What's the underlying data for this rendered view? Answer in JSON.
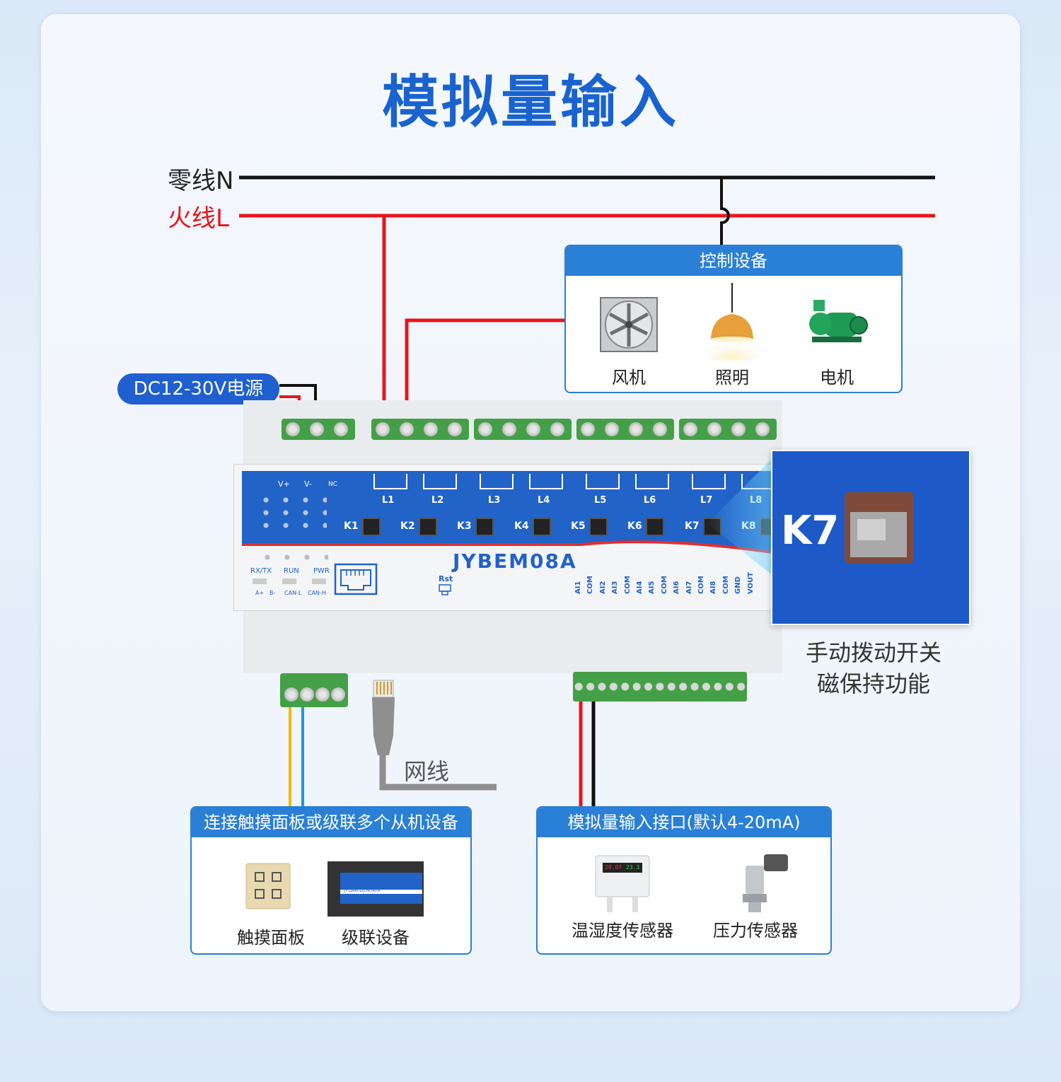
{
  "title": "模拟量输入",
  "wires": {
    "neutral": "零线N",
    "live": "火线L"
  },
  "power_label": "DC12-30V电源",
  "control_panel": {
    "heading": "控制设备",
    "items": [
      {
        "label": "风机",
        "icon": "fan-icon"
      },
      {
        "label": "照明",
        "icon": "lamp-icon"
      },
      {
        "label": "电机",
        "icon": "pump-icon"
      }
    ]
  },
  "device": {
    "model": "JYBEM08A",
    "power_pins": [
      "V+",
      "V-",
      "NC"
    ],
    "loads": [
      "L1",
      "L2",
      "L3",
      "L4",
      "L5",
      "L6",
      "L7",
      "L8"
    ],
    "switches": [
      "K1",
      "K2",
      "K3",
      "K4",
      "K5",
      "K6",
      "K7",
      "K8"
    ],
    "leds": [
      "RX/TX",
      "RUN",
      "PWR"
    ],
    "bus_pins": [
      "A+",
      "B-",
      "CAN-L",
      "CAN-H"
    ],
    "reset_label": "Rst",
    "ai_pins": [
      "AI1",
      "COM",
      "AI2",
      "AI3",
      "COM",
      "AI4",
      "AI5",
      "COM",
      "AI6",
      "AI7",
      "COM",
      "AI8",
      "COM",
      "GND",
      "VOUT"
    ]
  },
  "zoom": {
    "label": "K7",
    "caption_line1": "手动拨动开关",
    "caption_line2": "磁保持功能"
  },
  "network_label": "网线",
  "touch_panel": {
    "heading": "连接触摸面板或级联多个从机设备",
    "items": [
      {
        "label": "触摸面板"
      },
      {
        "label": "级联设备"
      }
    ],
    "cascade_model": "JY-DAM-DCN0404"
  },
  "analog_panel": {
    "heading": "模拟量输入接口(默认4-20mA)",
    "items": [
      {
        "label": "温湿度传感器"
      },
      {
        "label": "压力传感器"
      }
    ],
    "sensor_readout": [
      "29.07",
      "23.3"
    ]
  },
  "colors": {
    "accent": "#2a7fd6",
    "title": "#1a63cf",
    "live": "#e8151b",
    "neutral": "#111111",
    "terminal": "#44a046"
  }
}
